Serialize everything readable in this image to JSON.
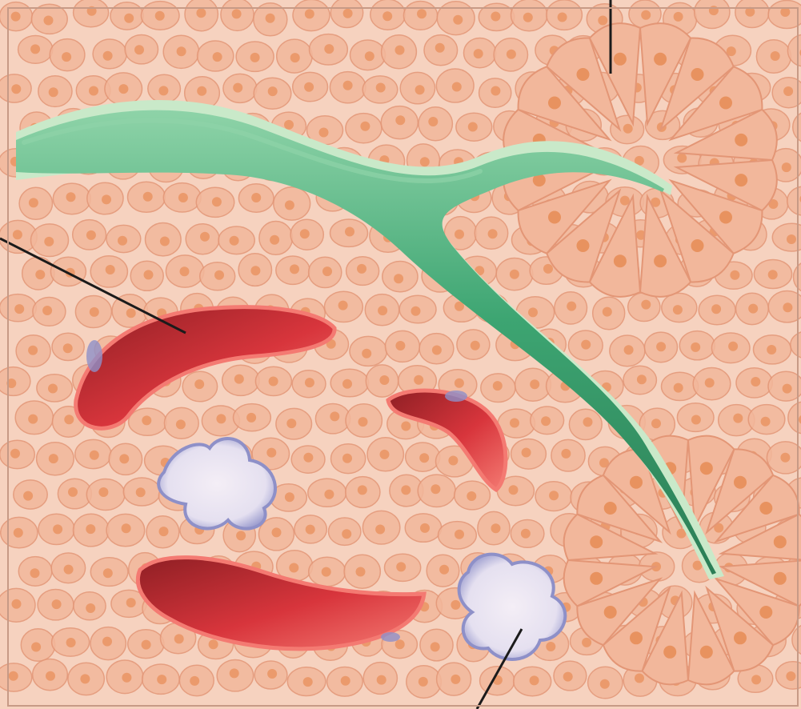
{
  "colors": {
    "tissue_background": "#f6d2bf",
    "cell_fill": "#f2b79b",
    "cell_outline": "#e39676",
    "nucleus": "#e8925f",
    "duct_green": "#3da572",
    "duct_highlight": "#8ed3a8",
    "duct_border_dots": "#c9e9c9",
    "capillary_red": "#d8353c",
    "capillary_dark": "#8e1f24",
    "capillary_highlight": "#f47a72",
    "cluster_blue": "#8e90c8",
    "cluster_white": "#f4eef6",
    "leader_line": "#1b1b1b"
  },
  "structures": [
    {
      "id": "bile-duct",
      "kind": "branching duct",
      "color": "#3da572"
    },
    {
      "id": "capillary-top-left",
      "kind": "capillary",
      "color": "#d8353c"
    },
    {
      "id": "capillary-middle-right",
      "kind": "capillary",
      "color": "#d8353c"
    },
    {
      "id": "capillary-bottom",
      "kind": "capillary",
      "color": "#d8353c"
    },
    {
      "id": "cell-cluster-left",
      "kind": "small cell cluster",
      "color": "#8e90c8"
    },
    {
      "id": "cell-cluster-right",
      "kind": "small cell cluster",
      "color": "#8e90c8"
    },
    {
      "id": "acinus-top-right",
      "kind": "acinar rosette",
      "color": "#f2b79b"
    },
    {
      "id": "acinus-bottom-right",
      "kind": "acinar rosette",
      "color": "#f2b79b"
    }
  ],
  "leader_lines": [
    {
      "id": "leader-top",
      "points_to": "acinus-top-right"
    },
    {
      "id": "leader-left",
      "points_to": "capillary-top-left"
    },
    {
      "id": "leader-bottom",
      "points_to": "cell-cluster-right"
    }
  ]
}
